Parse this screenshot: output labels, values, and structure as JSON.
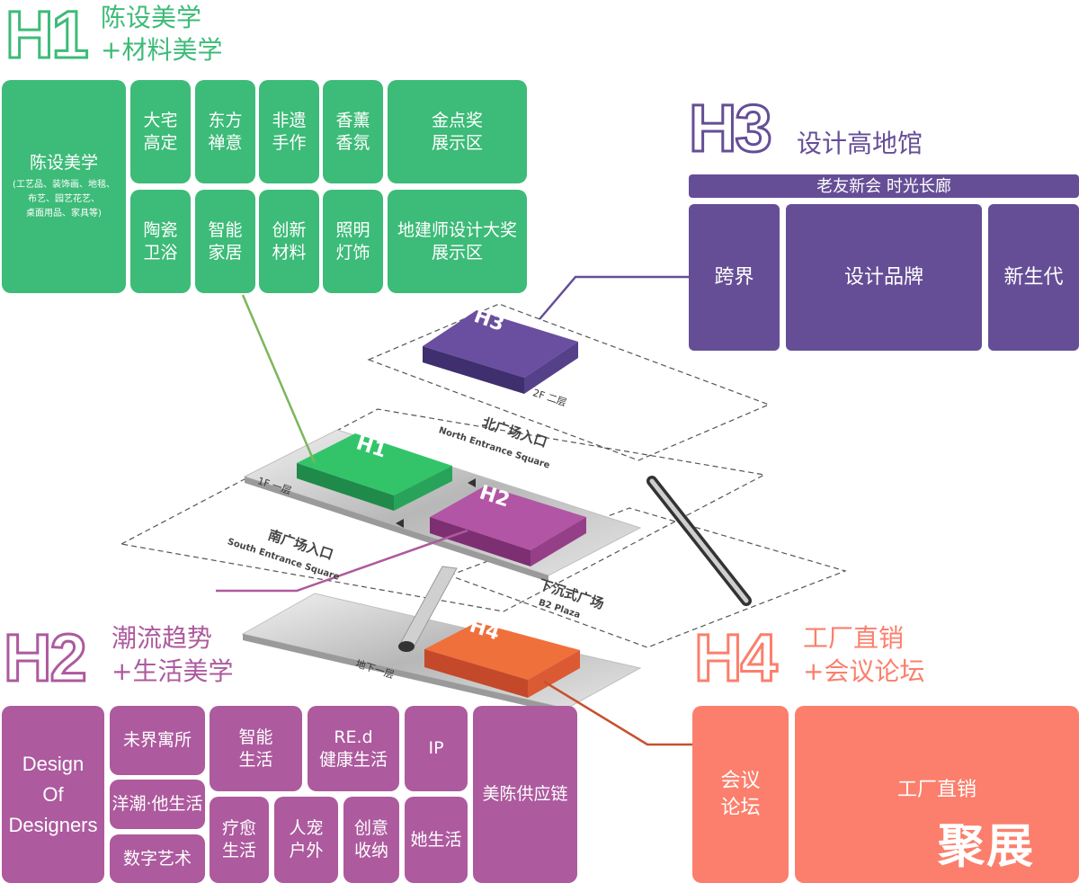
{
  "colors": {
    "h1": "#3dbb78",
    "h2": "#ad5a9e",
    "h3": "#654e96",
    "h4": "#fb7f6c"
  },
  "h1": {
    "code": "H1",
    "title_line1": "陈设美学",
    "title_line2": "+材料美学",
    "main": {
      "label": "陈设美学",
      "sub": "(工艺品、装饰画、地毯、\n布艺、园艺花艺、\n桌面用品、家具等)"
    },
    "tiles": [
      "大宅\n高定",
      "东方\n禅意",
      "非遗\n手作",
      "香薰\n香氛",
      "金点奖\n展示区",
      "陶瓷\n卫浴",
      "智能\n家居",
      "创新\n材料",
      "照明\n灯饰",
      "地建师设计大奖\n展示区"
    ]
  },
  "h2": {
    "code": "H2",
    "title_line1": "潮流趋势",
    "title_line2": "+生活美学",
    "tiles": [
      "Design\nOf\nDesigners",
      "未界寓所",
      "洋潮·他生活",
      "数字艺术",
      "智能\n生活",
      "RE.d\n健康生活",
      "IP",
      "美陈供应链",
      "疗愈\n生活",
      "人宠\n户外",
      "创意\n收纳",
      "她生活"
    ]
  },
  "h3": {
    "code": "H3",
    "title": "设计高地馆",
    "banner": "老友新会 时光长廊",
    "tiles": [
      "跨界",
      "设计品牌",
      "新生代"
    ]
  },
  "h4": {
    "code": "H4",
    "title_line1": "工厂直销",
    "title_line2": "+会议论坛",
    "tiles": [
      "会议\n论坛",
      "工厂直销"
    ]
  },
  "floors": {
    "f2": "2F 二层",
    "f1": "1F 一层",
    "b1": "地下一层",
    "north_cn": "北广场入口",
    "north_en": "North Entrance Square",
    "south_cn": "南广场入口",
    "south_en": "South Entrance Square",
    "b2_cn": "下沉式广场",
    "b2_en": "B2 Plaza",
    "block_h1": "H1",
    "block_h2": "H2",
    "block_h3": "H3",
    "block_h4": "H4"
  },
  "logo": "聚展"
}
